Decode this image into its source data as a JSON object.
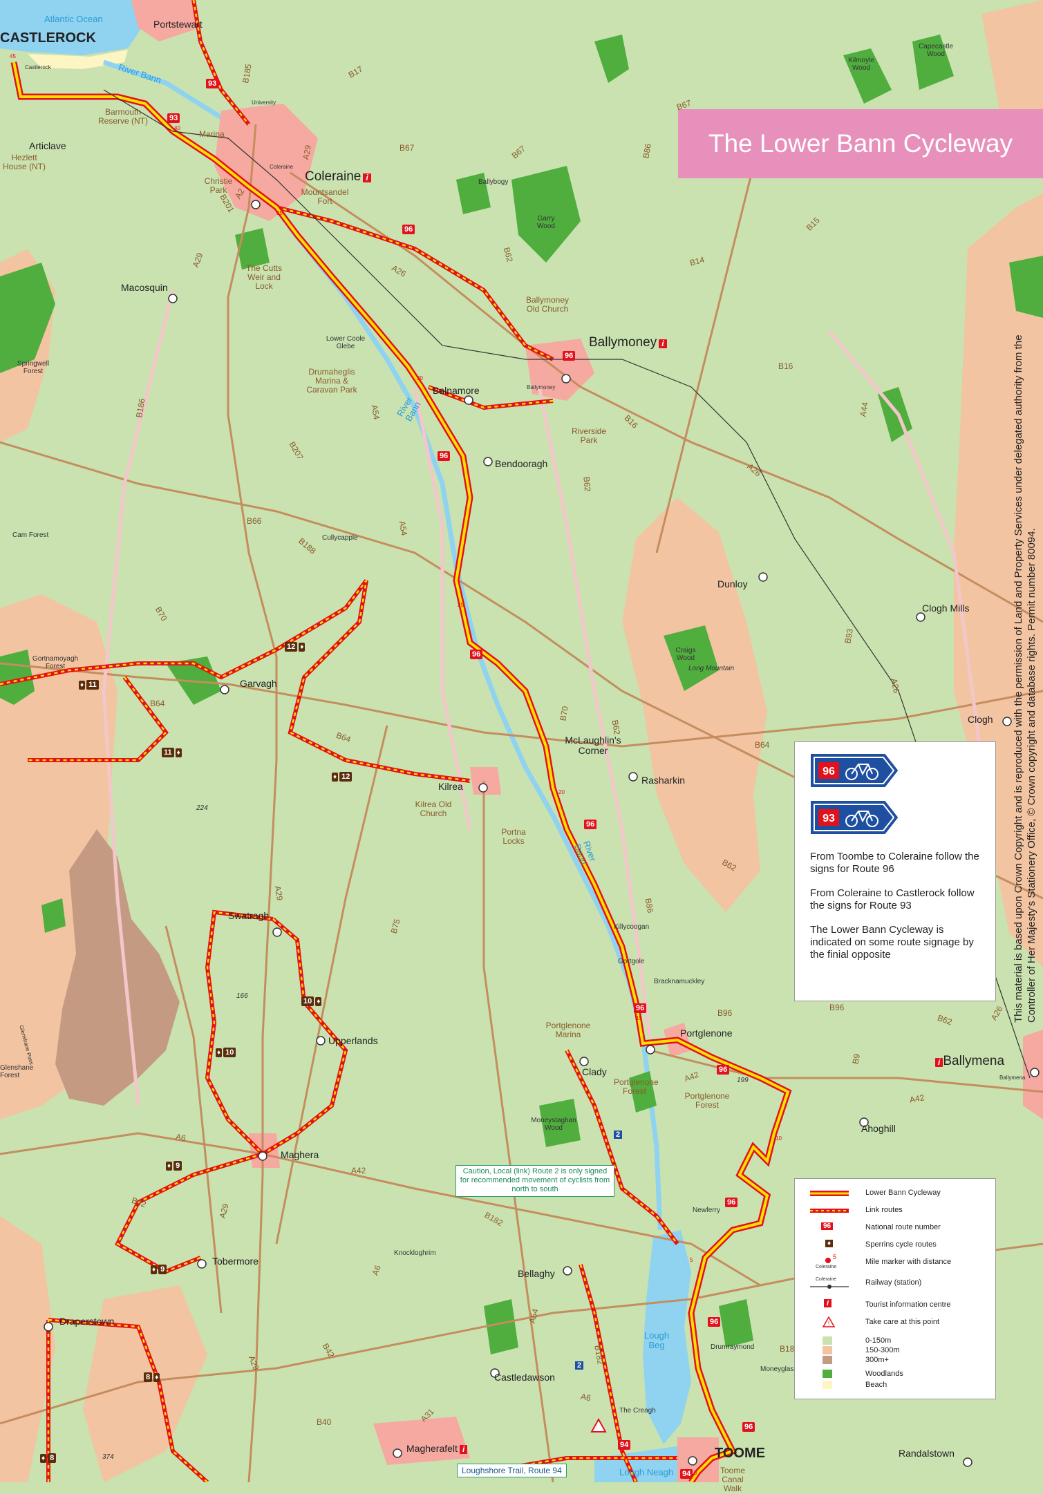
{
  "title": "The Lower Bann Cycleway",
  "colors": {
    "land_low": "#c9e2b0",
    "land_mid": "#f2c4a2",
    "land_high": "#c49b82",
    "woodland": "#4fae3e",
    "water": "#8fd3f0",
    "cycleway_outline": "#e3111b",
    "cycleway_fill": "#ffe100",
    "road": "#c58d5e",
    "urban": "#f5a9a0",
    "title_bg": "#e790bb",
    "route_sign": "#1f4fa0"
  },
  "places": {
    "castlerock": "CASTLEROCK",
    "castlerock_small": "Castlerock",
    "portstewart": "Portstewart",
    "atlantic_ocean": "Atlantic Ocean",
    "river_bann": "River Bann",
    "university": "University",
    "barmouth": "Barmouth Reserve (NT)",
    "marina": "Marina",
    "articlave": "Articlave",
    "hezlett": "Hezlett House (NT)",
    "christie_park": "Christie Park",
    "coleraine": "Coleraine",
    "coleraine_small": "Coleraine",
    "mountsandel": "Mountsandel Fort",
    "ballybogy": "Ballybogy",
    "garry_wood": "Garry Wood",
    "kilmoyle": "Kilmoyle Wood",
    "capecastle": "Capecastle Wood",
    "cutts": "The Cutts Weir and Lock",
    "macosquin": "Macosquin",
    "ballymoney_old_church": "Ballymoney Old Church",
    "ballymoney": "Ballymoney",
    "ballymoney_small": "Ballymoney",
    "lower_coole_glebe": "Lower Coole Glebe",
    "springwell": "Springwell Forest",
    "drumaheglis": "Drumaheglis Marina & Caravan Park",
    "balnamore": "Balnamore",
    "riverside_park": "Riverside Park",
    "river_bann_2": "River Bann",
    "bendooragh": "Bendooragh",
    "cam_forest": "Cam Forest",
    "cullycapple": "Cullycapple",
    "dunloy": "Dunloy",
    "clogh_mills": "Clogh Mills",
    "gortnamoyagh": "Gortnamoyagh Forest",
    "garvagh": "Garvagh",
    "craigs_wood": "Craigs Wood",
    "long_mountain": "Long Mountain",
    "clogh": "Clogh",
    "mclaughlins_corner": "McLaughlin's Corner",
    "rasharkin": "Rasharkin",
    "kilrea": "Kilrea",
    "kilrea_old_church": "Kilrea Old Church",
    "portna_locks": "Portna Locks",
    "river_bann_3": "River Bann",
    "spot_224": "224",
    "swatragh": "Swatragh",
    "killycoogan": "Killycoogan",
    "gortgole": "Gortgole",
    "bracknamuckley": "Bracknamuckley",
    "spot_166": "166",
    "upperlands": "Upperlands",
    "portglenone_marina": "Portglenone Marina",
    "portglenone": "Portglenone",
    "clady": "Clady",
    "portglenone_forest": "Portglenone Forest",
    "portglenone_forest_2": "Portglenone Forest",
    "spot_199": "199",
    "ballymena": "Ballymena",
    "ballymena_small": "Ballymena",
    "glenshane_forest": "Glenshane Forest",
    "glenshane_pass": "Glenshane Pass",
    "moneystaghan": "Moneystaghan Wood",
    "ahoghill": "Ahoghill",
    "maghera": "Maghera",
    "newferry": "Newferry",
    "tobermore": "Tobermore",
    "knockloghrim": "Knockloghrim",
    "bellaghy": "Bellaghy",
    "draperstown": "Draperstown",
    "lough_beg": "Lough Beg",
    "drumraymond": "Drumraymond",
    "moneyglass": "Moneyglass",
    "castledawson": "Castledawson",
    "the_creagh": "The Creagh",
    "magherafelt": "Magherafelt",
    "toome": "TOOME",
    "randalstown": "Randalstown",
    "lough_neagh": "Lough Neagh",
    "toome_canal": "Toome Canal Walk",
    "spot_374": "374"
  },
  "roads": [
    "B185",
    "B17",
    "B67",
    "B67",
    "B67",
    "B86",
    "A29",
    "A2",
    "B201",
    "A26",
    "B62",
    "B15",
    "B14",
    "A29",
    "B186",
    "A54",
    "A44",
    "B16",
    "B16",
    "A26",
    "B207",
    "B62",
    "B66",
    "B188",
    "A54",
    "B70",
    "B64",
    "B64",
    "B70",
    "B62",
    "B64",
    "A26",
    "B62",
    "B93",
    "B75",
    "A29",
    "B86",
    "B96",
    "B96",
    "B62",
    "A26",
    "B9",
    "A42",
    "A42",
    "A6",
    "A42",
    "A29",
    "B42",
    "B182",
    "A6",
    "A54",
    "B182",
    "A6",
    "B18",
    "B40",
    "A31",
    "B42",
    "A29"
  ],
  "route_numbers": [
    "96",
    "93",
    "94"
  ],
  "mile_markers": [
    "45",
    "40",
    "35",
    "30",
    "25",
    "20",
    "15",
    "10",
    "5",
    "0"
  ],
  "sperrins_routes": [
    "11",
    "12",
    "10",
    "9",
    "8"
  ],
  "link_route_2": "2",
  "info_box": {
    "sign_96": "96",
    "sign_93": "93",
    "text1": "From Toombe to Coleraine follow the signs for Route 96",
    "text2": "From Coleraine to Castlerock follow the signs for Route 93",
    "text3": "The Lower Bann Cycleway is indicated on some route signage by the finial opposite"
  },
  "caution": "Caution, Local (link) Route 2 is only signed for recommended movement of cyclists from north to south",
  "loughshore": "Loughshore Trail, Route 94",
  "legend": {
    "cycleway": "Lower Bann Cycleway",
    "link": "Link routes",
    "national": "National route number",
    "sperrins": "Sperrins cycle routes",
    "milemarker": "Mile marker with distance",
    "railway": "Railway (station)",
    "tic": "Tourist information centre",
    "care": "Take care at this point",
    "h1": "0-150m",
    "h2": "150-300m",
    "h3": "300m+",
    "woodlands": "Woodlands",
    "beach": "Beach",
    "national_sym": "96",
    "milemarker_num": "5",
    "milemarker_name": "Coleraine",
    "railway_name": "Coleraine"
  },
  "copyright": "This material is based upon Crown Copyright and is reproduced with the permission of Land and Property Services under delegated authority from the Controller of Her Majesty's Stationery Office, © Crown copyright and database rights. Permit number 80094."
}
